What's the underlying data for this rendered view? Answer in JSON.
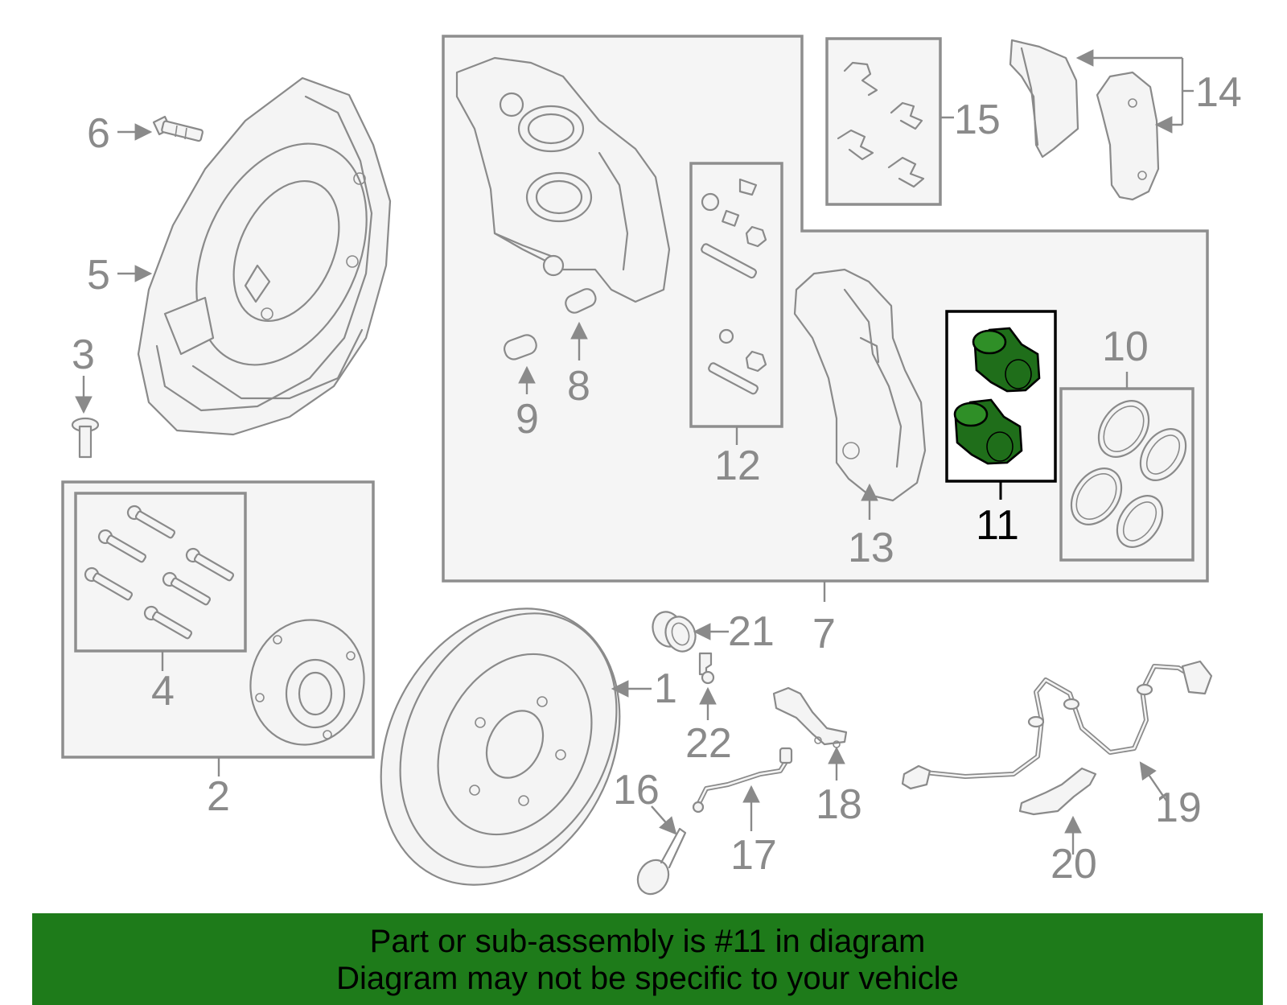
{
  "colors": {
    "banner_bg": "#1e7b1a",
    "highlight_part": "#1f6e1a",
    "callout_text": "#8a8a8a",
    "highlight_text": "#000000"
  },
  "callouts": {
    "c1": "1",
    "c2": "2",
    "c3": "3",
    "c4": "4",
    "c5": "5",
    "c6": "6",
    "c7": "7",
    "c8": "8",
    "c9": "9",
    "c10": "10",
    "c11": "11",
    "c12": "12",
    "c13": "13",
    "c14": "14",
    "c15": "15",
    "c16": "16",
    "c17": "17",
    "c18": "18",
    "c19": "19",
    "c20": "20",
    "c21": "21",
    "c22": "22"
  },
  "highlighted_part": "11",
  "banner": {
    "line1": "Part or sub-assembly is #11 in diagram",
    "line2": "Diagram may not be specific to your vehicle"
  }
}
